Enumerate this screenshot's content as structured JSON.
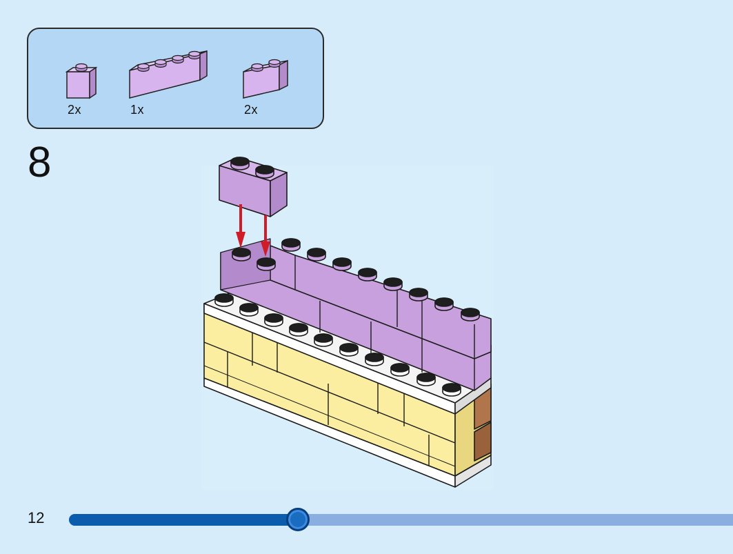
{
  "parts_panel": {
    "parts": [
      {
        "icon": "purple-brick-1x1-icon",
        "quantity": "2x"
      },
      {
        "icon": "purple-brick-1x4-icon",
        "quantity": "1x"
      },
      {
        "icon": "purple-brick-1x2-icon",
        "quantity": "2x"
      }
    ]
  },
  "step": {
    "number": "8"
  },
  "page": {
    "number": "12"
  },
  "progress": {
    "fraction": 0.345
  },
  "colors": {
    "background": "#d6ecfa",
    "panel": "#b3d7f4",
    "purple_brick": "#c8a0de",
    "yellow_brick": "#fbeea0",
    "white_brick": "#ffffff",
    "brown_brick": "#b0754a",
    "arrow": "#d01c28",
    "progress_fill": "#0b5cad",
    "progress_track": "#8aaee0"
  }
}
